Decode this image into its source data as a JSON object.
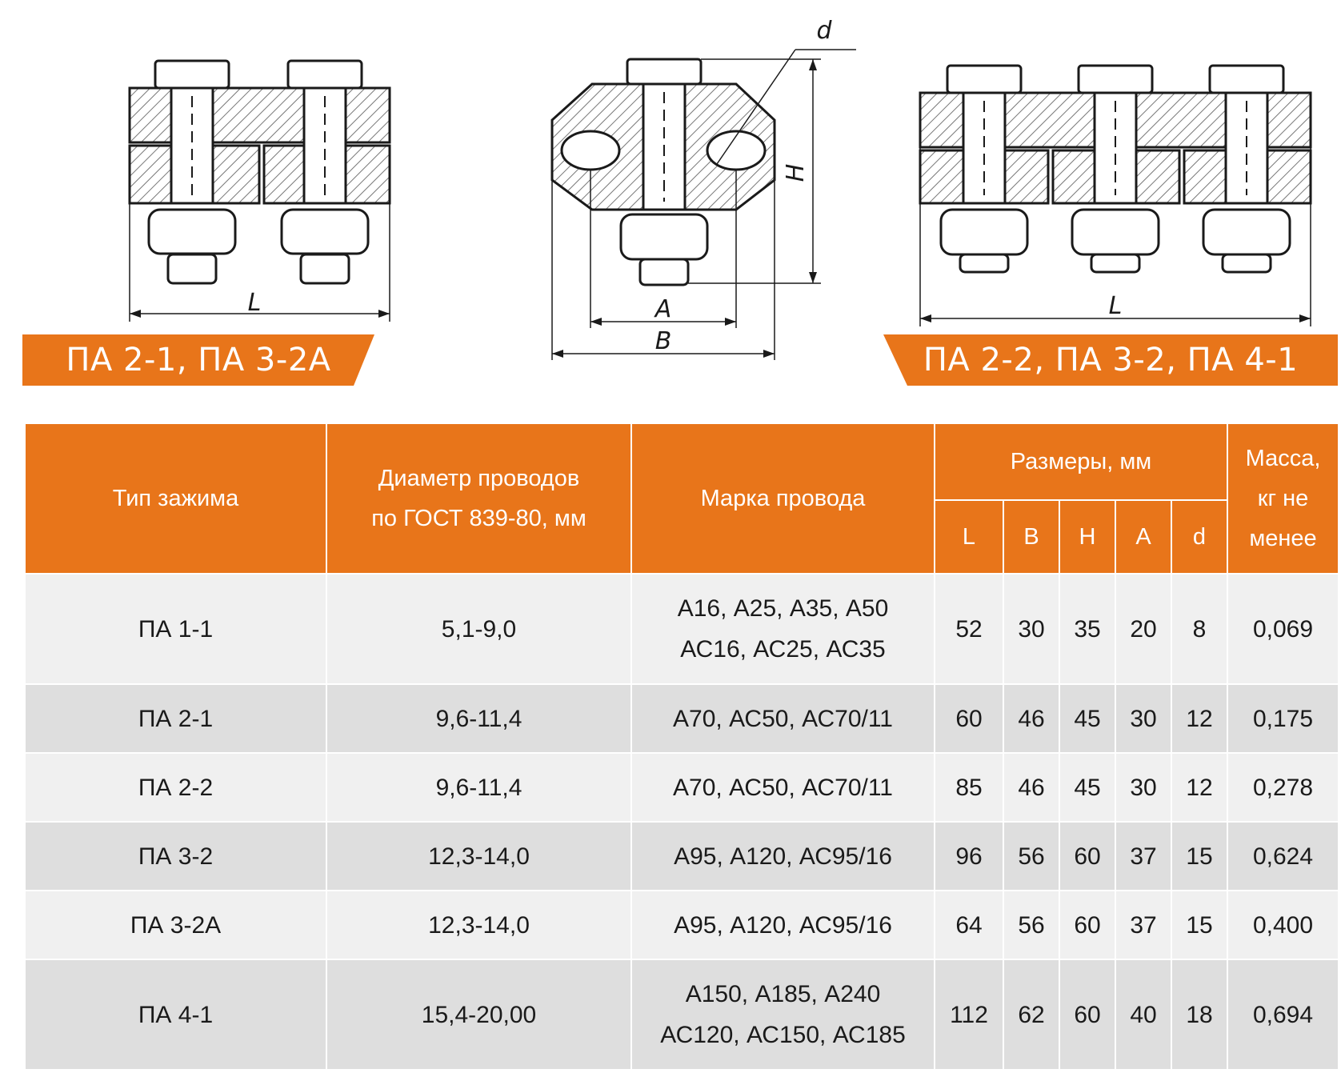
{
  "drawings": {
    "left_dim": "L",
    "center_dims": {
      "d": "d",
      "h": "H",
      "a": "A",
      "b": "B"
    },
    "right_dim": "L",
    "colors": {
      "accent": "#e8751a",
      "line": "#1a1a1a",
      "hatch": "#777777"
    }
  },
  "banners": {
    "left": "ПА 2-1, ПА 3-2А",
    "right": "ПА 2-2, ПА 3-2, ПА 4-1"
  },
  "table": {
    "headers": {
      "type": "Тип зажима",
      "diameter_line1": "Диаметр проводов",
      "diameter_line2": "по ГОСТ 839-80, мм",
      "brand": "Марка провода",
      "sizes": "Размеры, мм",
      "mass_line1": "Масса,",
      "mass_line2": "кг не",
      "mass_line3": "менее",
      "L": "L",
      "B": "B",
      "H": "H",
      "A": "A",
      "d": "d"
    },
    "rows": [
      {
        "type": "ПА 1-1",
        "diameter": "5,1-9,0",
        "brand_line1": "А16, А25, А35, А50",
        "brand_line2": "АС16, АС25, АС35",
        "L": "52",
        "B": "30",
        "H": "35",
        "A": "20",
        "d": "8",
        "mass": "0,069"
      },
      {
        "type": "ПА 2-1",
        "diameter": "9,6-11,4",
        "brand_line1": "А70, АС50, АС70/11",
        "brand_line2": "",
        "L": "60",
        "B": "46",
        "H": "45",
        "A": "30",
        "d": "12",
        "mass": "0,175"
      },
      {
        "type": "ПА 2-2",
        "diameter": "9,6-11,4",
        "brand_line1": "А70, АС50, АС70/11",
        "brand_line2": "",
        "L": "85",
        "B": "46",
        "H": "45",
        "A": "30",
        "d": "12",
        "mass": "0,278"
      },
      {
        "type": "ПА 3-2",
        "diameter": "12,3-14,0",
        "brand_line1": "А95, А120, АС95/16",
        "brand_line2": "",
        "L": "96",
        "B": "56",
        "H": "60",
        "A": "37",
        "d": "15",
        "mass": "0,624"
      },
      {
        "type": "ПА 3-2А",
        "diameter": "12,3-14,0",
        "brand_line1": "А95, А120, АС95/16",
        "brand_line2": "",
        "L": "64",
        "B": "56",
        "H": "60",
        "A": "37",
        "d": "15",
        "mass": "0,400"
      },
      {
        "type": "ПА 4-1",
        "diameter": "15,4-20,00",
        "brand_line1": "А150, А185, А240",
        "brand_line2": "АС120, АС150, АС185",
        "L": "112",
        "B": "62",
        "H": "60",
        "A": "40",
        "d": "18",
        "mass": "0,694"
      }
    ]
  }
}
